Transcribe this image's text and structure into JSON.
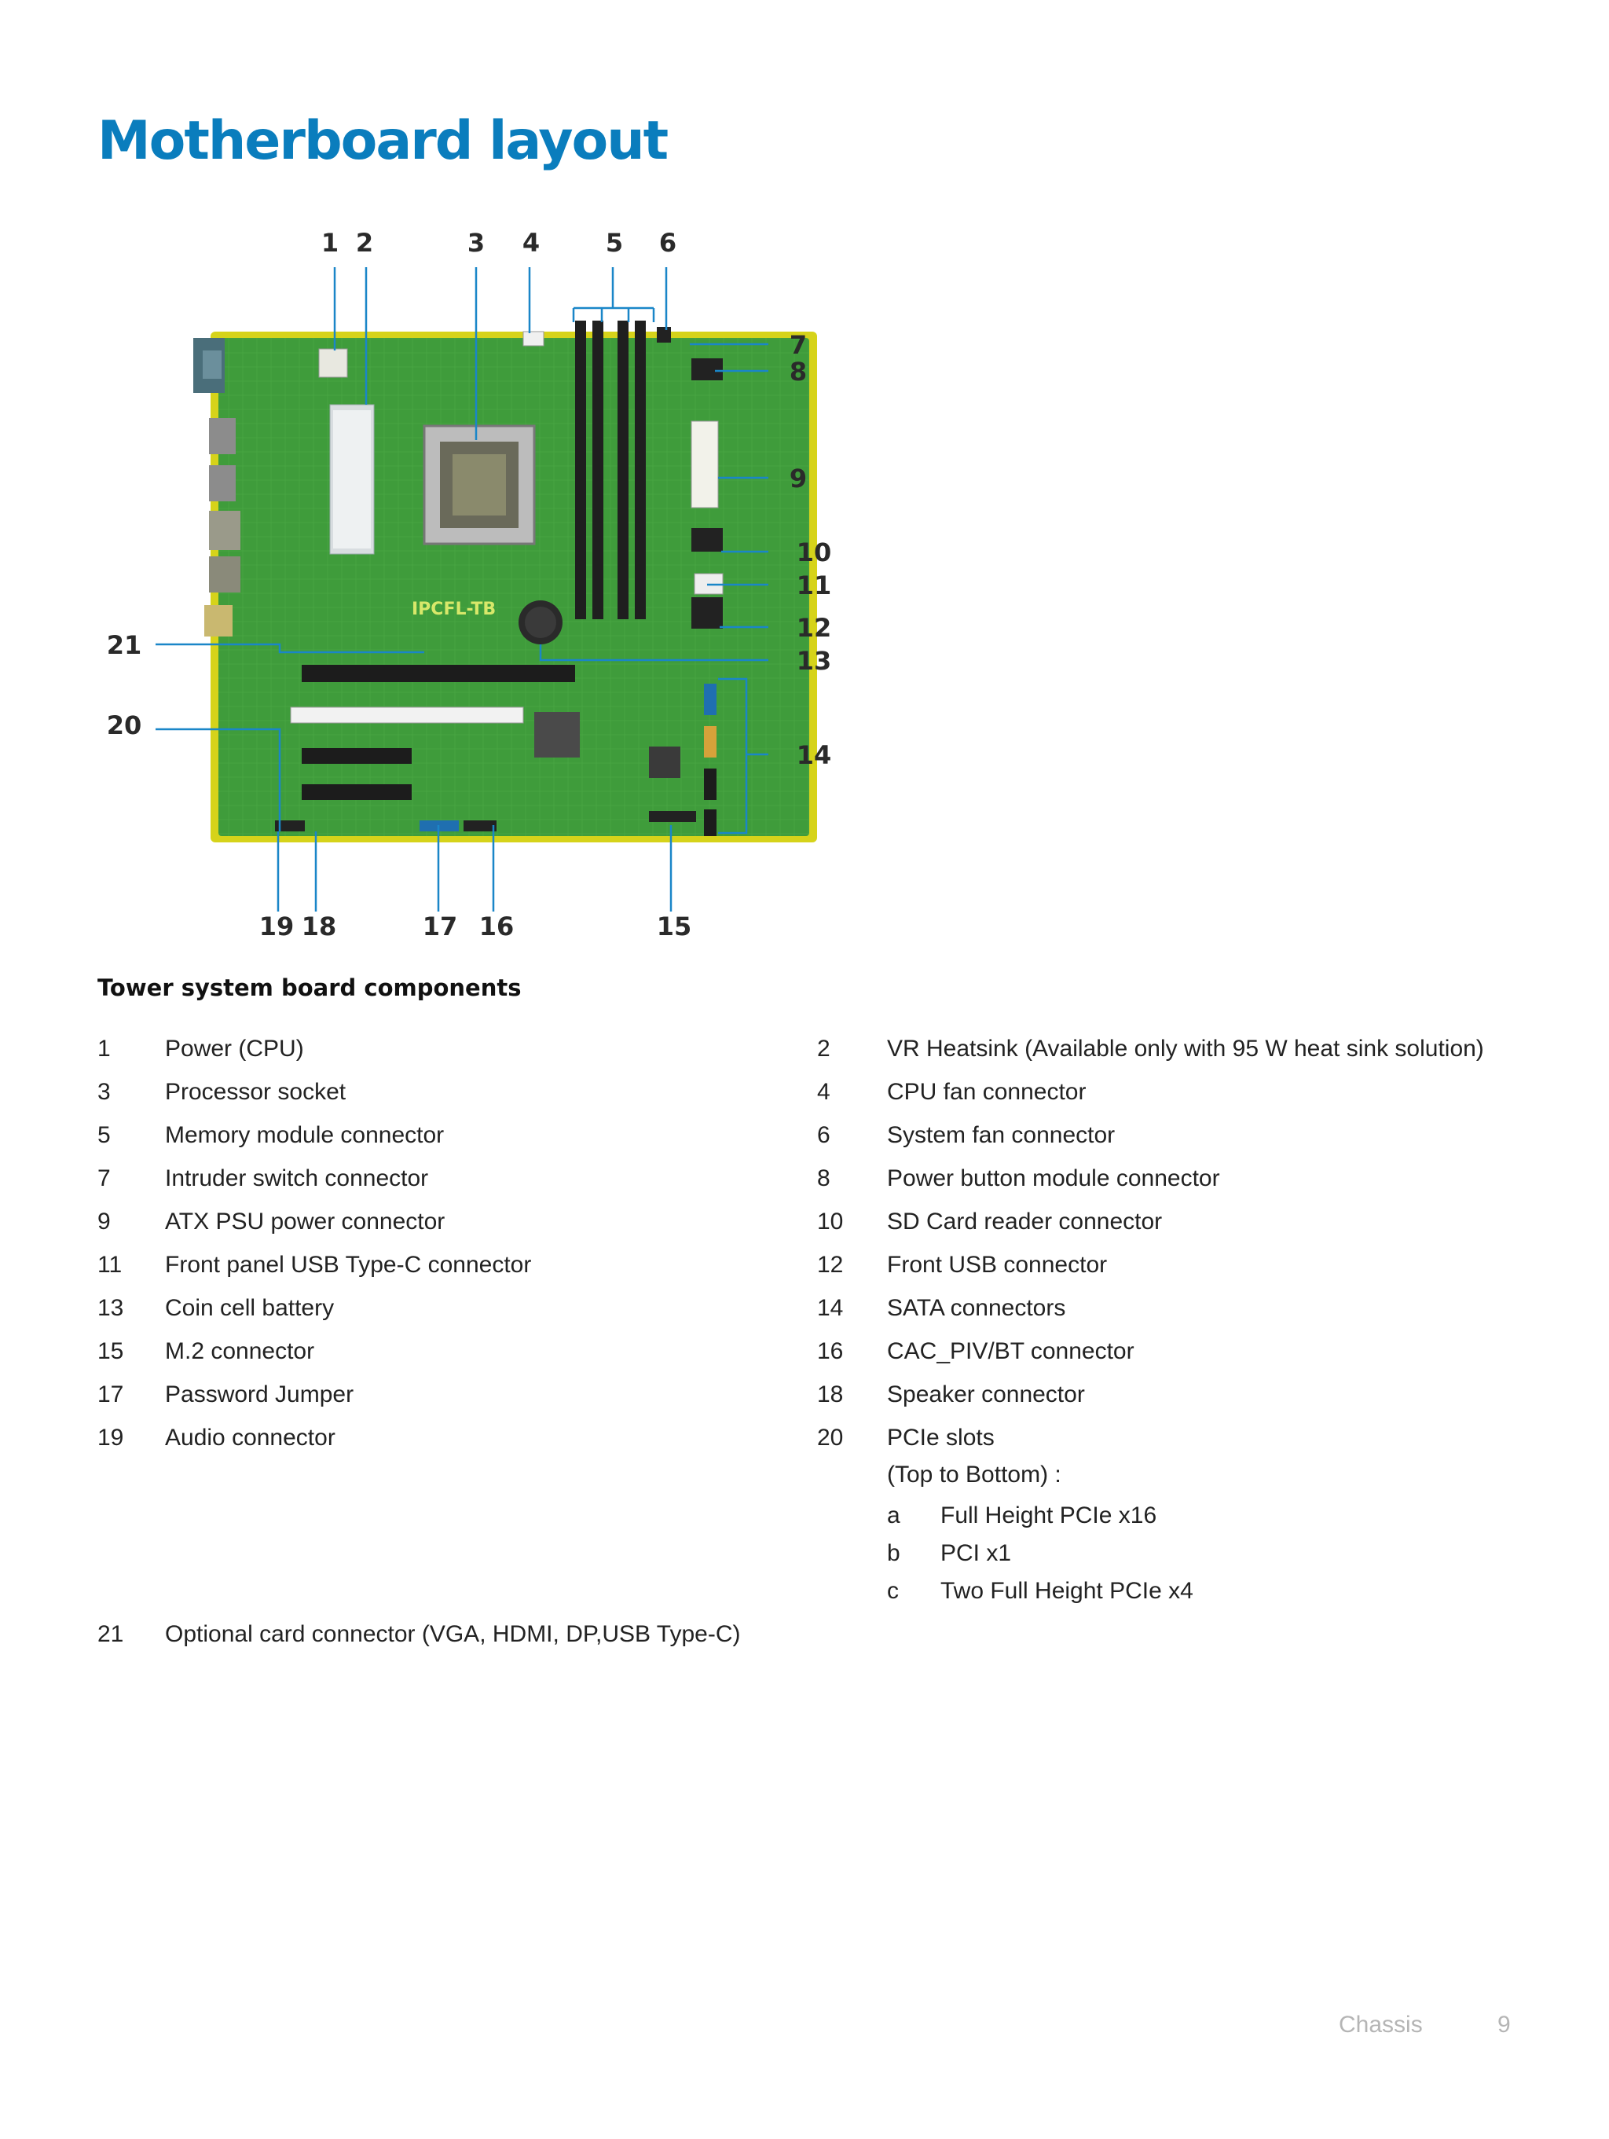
{
  "page": {
    "title": "Motherboard layout",
    "table_title": "Tower system board components"
  },
  "figure": {
    "board_silkscreen": "IPCFL-TB",
    "callouts": {
      "c1": "1",
      "c2": "2",
      "c3": "3",
      "c4": "4",
      "c5": "5",
      "c6": "6",
      "c7": "7",
      "c8": "8",
      "c9": "9",
      "c10": "10",
      "c11": "11",
      "c12": "12",
      "c13": "13",
      "c14": "14",
      "c15": "15",
      "c16": "16",
      "c17": "17",
      "c18": "18",
      "c19": "19",
      "c20": "20",
      "c21": "21"
    }
  },
  "components": {
    "r0": {
      "ln": "1",
      "lt": "Power (CPU)",
      "rn": "2",
      "rt": "VR Heatsink (Available only with 95 W heat sink solution)"
    },
    "r1": {
      "ln": "3",
      "lt": "Processor socket",
      "rn": "4",
      "rt": "CPU fan connector"
    },
    "r2": {
      "ln": "5",
      "lt": "Memory module connector",
      "rn": "6",
      "rt": "System fan connector"
    },
    "r3": {
      "ln": "7",
      "lt": "Intruder switch connector",
      "rn": "8",
      "rt": "Power button module connector"
    },
    "r4": {
      "ln": "9",
      "lt": "ATX PSU power connector",
      "rn": "10",
      "rt": "SD Card reader connector"
    },
    "r5": {
      "ln": "11",
      "lt": "Front panel USB Type-C connector",
      "rn": "12",
      "rt": "Front USB connector"
    },
    "r6": {
      "ln": "13",
      "lt": "Coin cell battery",
      "rn": "14",
      "rt": "SATA connectors"
    },
    "r7": {
      "ln": "15",
      "lt": "M.2 connector",
      "rn": "16",
      "rt": "CAC_PIV/BT connector"
    },
    "r8": {
      "ln": "17",
      "lt": "Password Jumper",
      "rn": "18",
      "rt": "Speaker connector"
    },
    "r9": {
      "ln": "19",
      "lt": "Audio connector",
      "rn": "20",
      "rt": "PCIe slots"
    },
    "r9_note": "(Top to Bottom) :",
    "sub": {
      "a": {
        "k": "a",
        "v": "Full Height PCIe x16"
      },
      "b": {
        "k": "b",
        "v": "PCI x1"
      },
      "c": {
        "k": "c",
        "v": "Two Full Height PCIe x4"
      }
    },
    "r10": {
      "ln": "21",
      "lt": "Optional card connector (VGA, HDMI, DP,USB Type-C)"
    }
  },
  "footer": {
    "section": "Chassis",
    "page_number": "9"
  },
  "colors": {
    "title_blue": "#0a7dbd",
    "callout_line": "#1a86c8",
    "board_green": "#3d9a3a",
    "board_edge_yellow": "#d6d31a"
  }
}
